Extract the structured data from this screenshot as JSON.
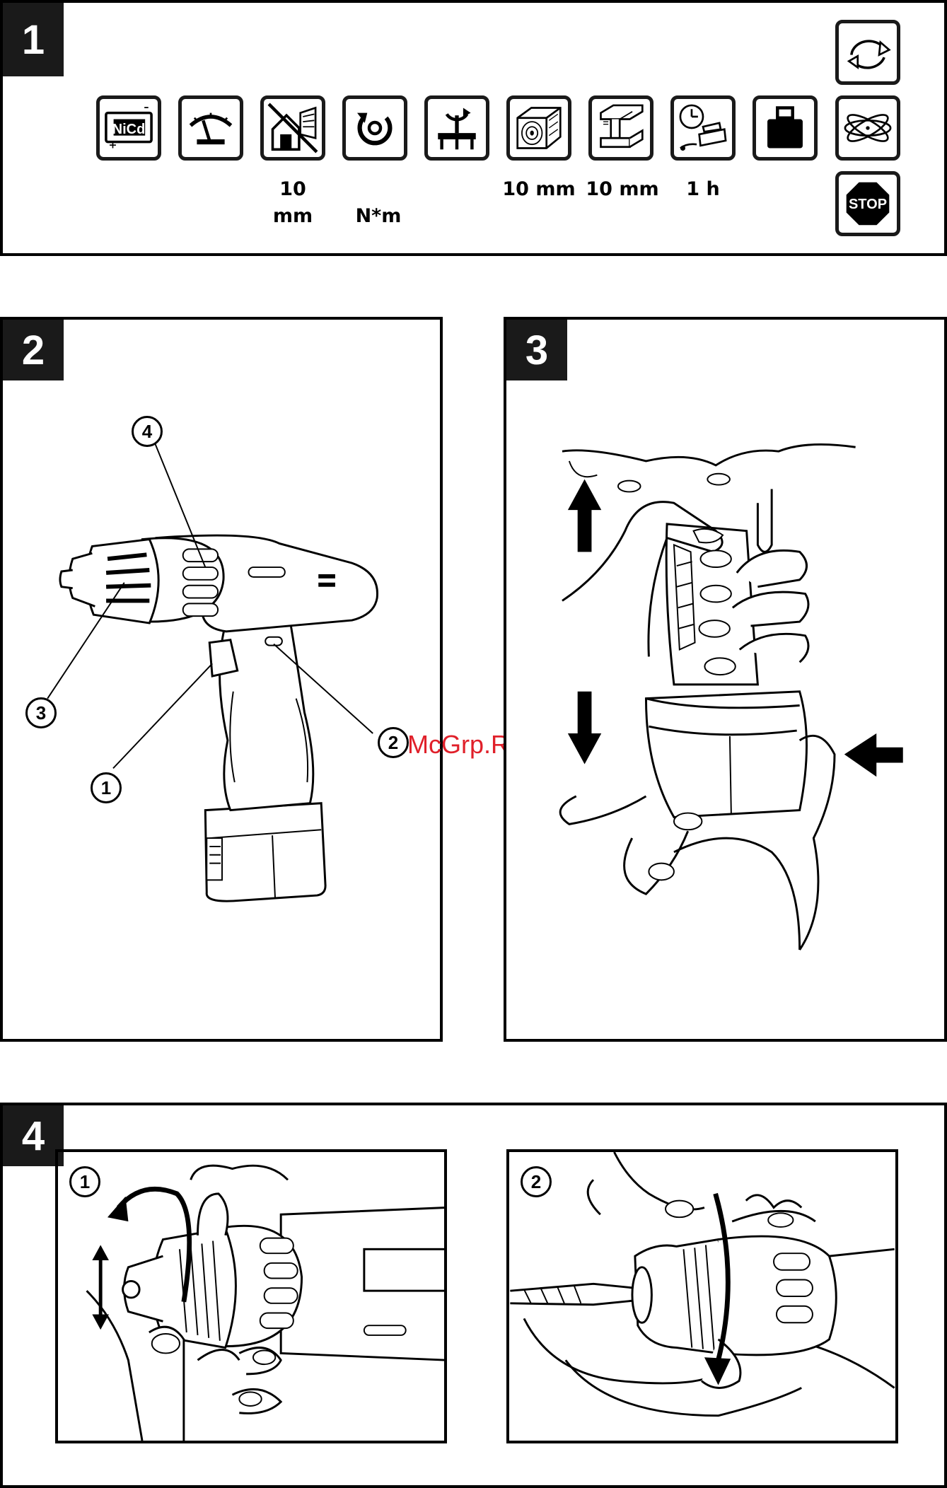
{
  "section1": {
    "number": "1",
    "icons": [
      {
        "name": "nicd-battery-icon",
        "label": "NiCd",
        "spec": ""
      },
      {
        "name": "speedometer-icon",
        "spec": ""
      },
      {
        "name": "drilling-capacity-icon",
        "spec": "10\nmm"
      },
      {
        "name": "torque-icon",
        "spec": "N*m"
      },
      {
        "name": "chuck-icon",
        "spec": ""
      },
      {
        "name": "wood-icon",
        "spec": "10 mm"
      },
      {
        "name": "steel-beam-icon",
        "spec": "10 mm"
      },
      {
        "name": "charging-time-icon",
        "spec": "1 h"
      },
      {
        "name": "weight-icon",
        "spec": ""
      }
    ],
    "side_icons": [
      {
        "name": "rotation-reversal-icon"
      },
      {
        "name": "electronics-icon"
      },
      {
        "name": "stop-sign-icon",
        "label": "STOP"
      }
    ],
    "spec_10": "10",
    "spec_mm": "mm",
    "spec_nm": "N*m",
    "spec_wood": "10 mm",
    "spec_steel": "10 mm",
    "spec_time": "1 h",
    "nicd_label": "NiCd",
    "stop_label": "STOP"
  },
  "section2": {
    "number": "2",
    "callouts": [
      "4",
      "3",
      "1",
      "2"
    ]
  },
  "section3": {
    "number": "3"
  },
  "section4": {
    "number": "4",
    "sub_steps": [
      "1",
      "2"
    ]
  },
  "watermark": "McGrp.Ru"
}
